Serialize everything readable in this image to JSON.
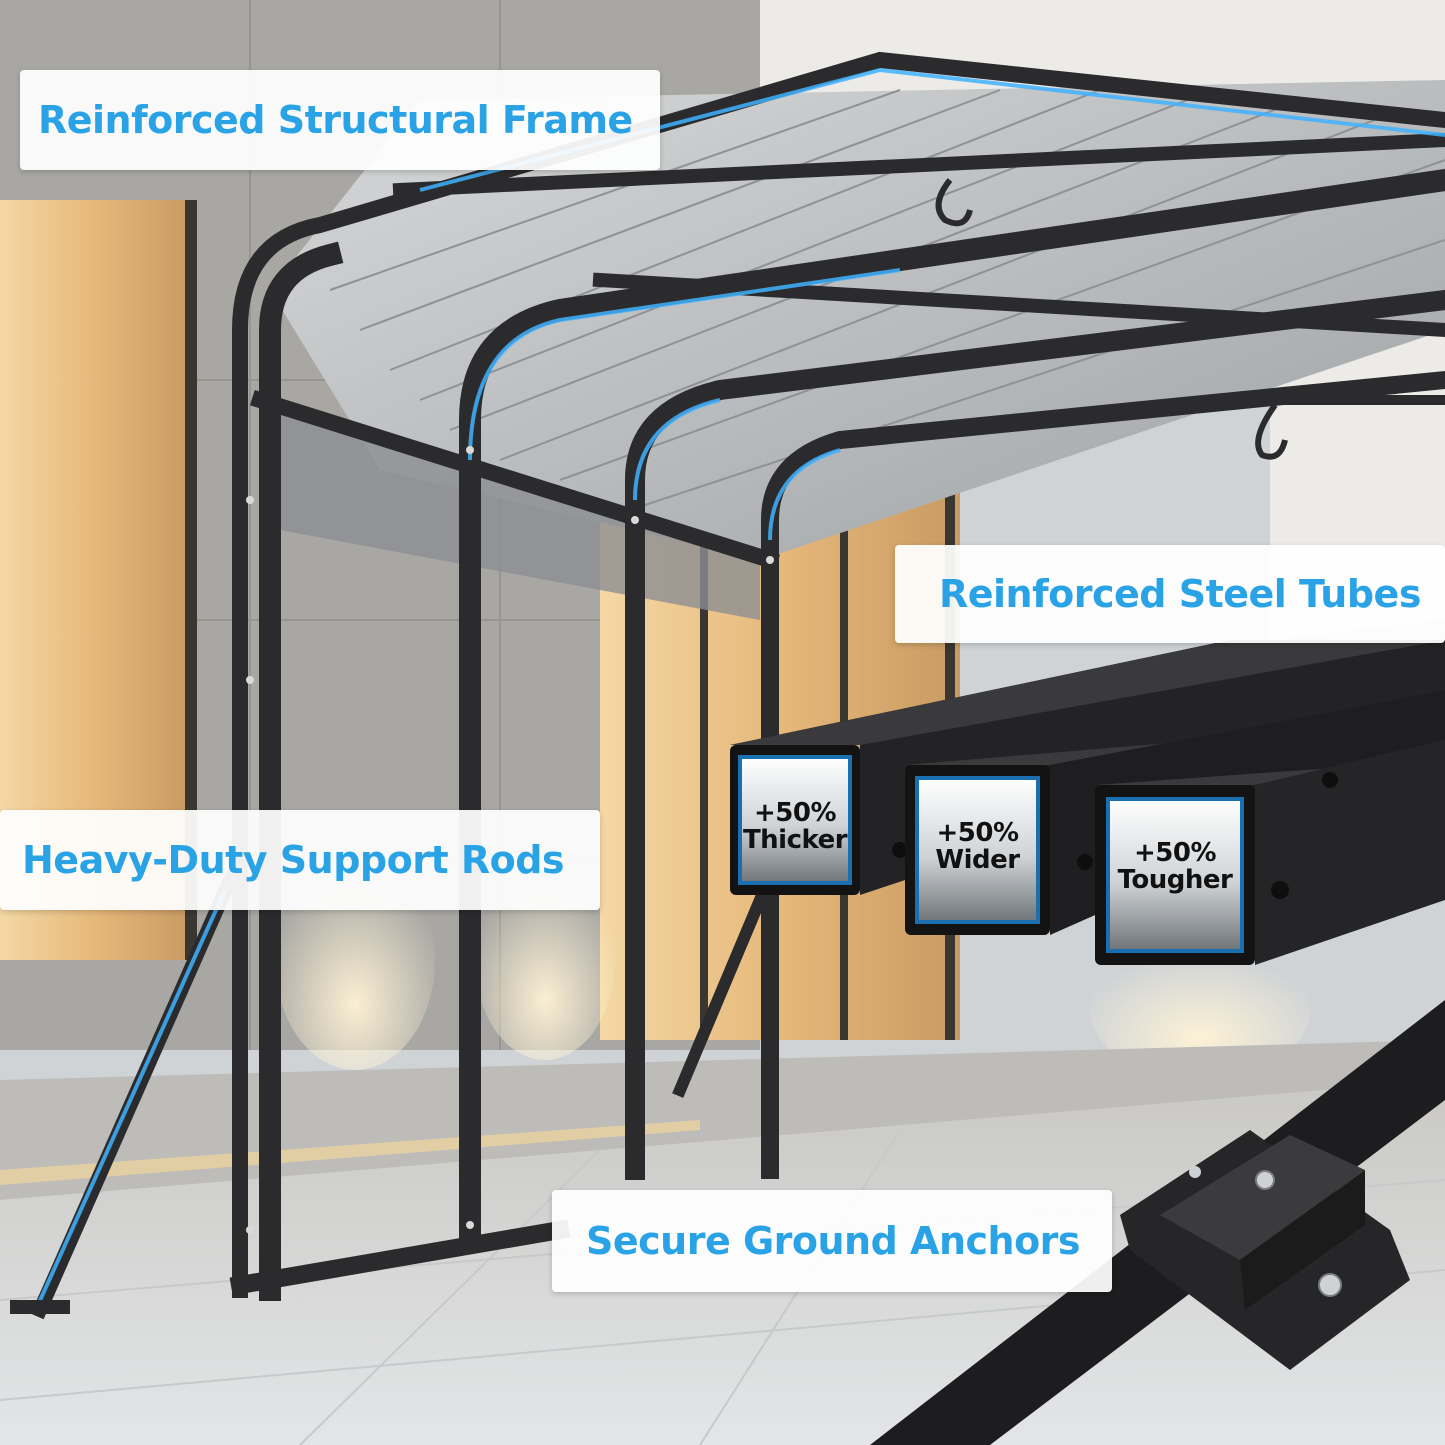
{
  "labels": {
    "frame": "Reinforced Structural Frame",
    "tubes": "Reinforced Steel Tubes",
    "rods": "Heavy-Duty Support Rods",
    "anchors": "Secure Ground Anchors"
  },
  "tubes": [
    {
      "line1": "+50%",
      "line2": "Thicker"
    },
    {
      "line1": "+50%",
      "line2": "Wider"
    },
    {
      "line1": "+50%",
      "line2": "Tougher"
    }
  ],
  "colors": {
    "label_text": "#2aa3e6",
    "frame_steel": "#2b2b2d",
    "highlight_blue": "#3fb1ff",
    "roof_panel": "#b9bcbe",
    "wall_concrete": "#a9a8a4",
    "window_glow": "#e9c58e",
    "floor": "#d9dcde"
  }
}
